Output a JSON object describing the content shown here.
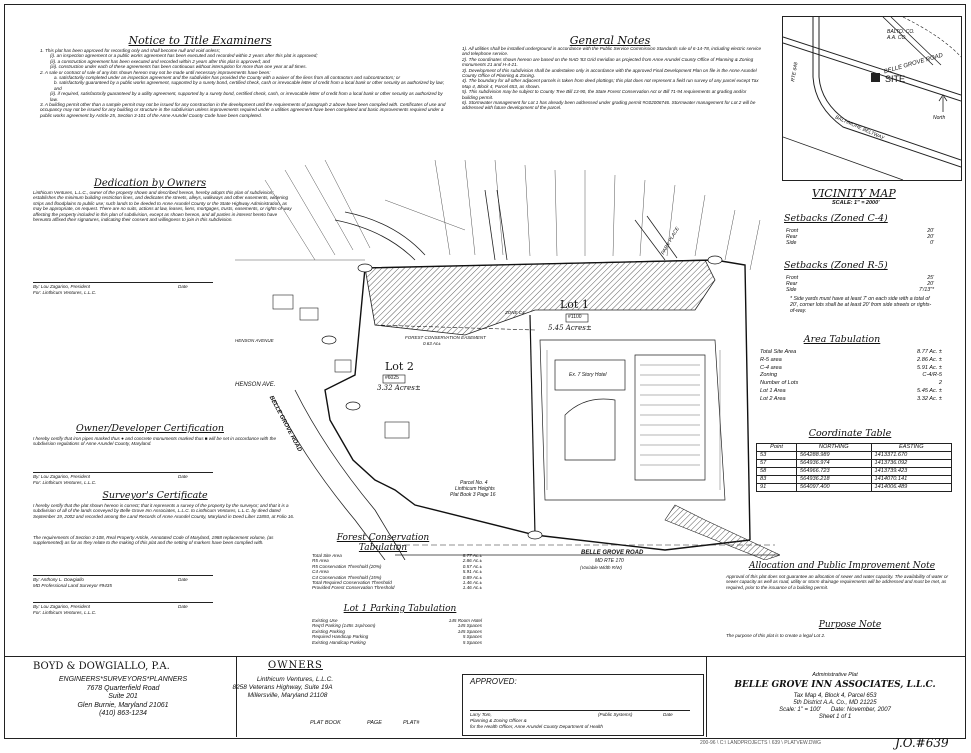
{
  "notice": {
    "title": "Notice to Title Examiners",
    "items": [
      "1. This plat has been approved for recording only and shall become null and void unless;",
      "(i). an inspection agreement or a public works agreement has been executed and recorded within 2 years after this plat is approved;",
      "(ii). a construction agreement has been executed and recorded within 2 years after this plat is approved; and",
      "(iii). construction under each of these agreements has been continuous without interruption for more than one year at all times.",
      "2. A sale or contract of sale of any lots shown hereon may not be made until necessary improvements have been:",
      "a. satisfactorily completed under an inspection agreement and the subdivider has provided the County with a waiver of the liens from all contractors and subcontractors; or",
      "b. satisfactorily guaranteed by a public works agreement, supported by a surety bond, certified check, cash or irrevocable letter of credit from a local bank or other security as authorized by law; and",
      "(ii). if required, satisfactorily guaranteed by a utility agreement, supported by a surety bond, certified check, cash, or irrevocable letter of credit from a local bank or other security as authorized by law.",
      "3. A building permit other than a sample permit may not be issued for any construction in the development until the requirements of paragraph 2 above have been complied with. Certificates of use and occupancy may not be issued for any building or structure in the subdivision unless improvements required under a utilities agreement have been completed and basic improvements required under a public works agreement by Article 25, Section 3-101 of the Anne Arundel County Code have been completed."
    ]
  },
  "general_notes": {
    "title": "General Notes",
    "items": [
      "1). All utilities shall be installed underground in accordance with the Public Service Commission Standards rule of 6-14-78, including electric service and telephone service.",
      "2). The coordinates shown hereon are based on the NAD '83 Grid meridian as projected from Anne Arundel County Office of Planning & Zoning monuments 21 and H-4-21.",
      "3). Development of this subdivision shall be undertaken only in accordance with the approved Final Development Plan on file in the Anne Arundel County Office of Planning & Zoning.",
      "4). The boundary for all other adjacent parcels is taken from deed plottings; this plat does not represent a field run survey of any parcel except Tax Map 4, Block 4, Parcel 653, as shown.",
      "5). This subdivision may be subject to County Tree Bill 13-90, the State Forest Conservation Act or Bill 71-94 requirements at grading and/or building permit.",
      "6). Stormwater management for Lot 1 has already been addressed under grading permit #G02006746. Stormwater management for Lot 2 will be addressed with future development of the parcel."
    ]
  },
  "dedication": {
    "title": "Dedication by Owners",
    "text": "Linthicum Ventures, L.L.C., owner of the property shown and described hereon, hereby adopts this plan of subdivision; establishes the minimum building restriction lines, and dedicates the streets, alleys, walkways and other easements, widening strips and floodplains to public use; such lands to be deeded to Anne Arundel County or the State Highway Administration, as may be appropriate, on request. There are no suits, actions at law, leases, liens, mortgages, trusts, easements, or rights-of-way affecting the property included in this plan of subdivision, except as shown hereon, and all parties in interest hereto have hereunto affixed their signatures, indicating their consent and willingness to join in this subdivision.",
    "sig_name": "By: Lou Zagarino, President",
    "sig_company": "For: Linthicum Ventures, L.L.C.",
    "date_label": "Date"
  },
  "owner_cert": {
    "title": "Owner/Developer Certification",
    "text": "I hereby certify that iron pipes marked thus ● and concrete monuments marked thus ■ will be set in accordance with the subdivision regulations of Anne Arundel County, Maryland.",
    "sig_name": "By: Lou Zagarino, President",
    "sig_company": "For: Linthicum Ventures, L.L.C.",
    "date_label": "Date"
  },
  "surveyor_cert": {
    "title": "Surveyor's Certificate",
    "text": "I hereby certify that the plat shown hereon is correct; that it represents a survey of the property by the surveyor; and that it is a subdivision of all of the lands conveyed by Belle Grove Inn Associates, L.L.C. to Linthicum Ventures, L.L.C. by deed dated September 19, 2002 and recorded among the Land Records of Anne Arundel County, Maryland in Deed Liber 11893, at Folio 16.",
    "text2": "The requirements of Section 3-108, Real Property Article, Annotated Code of Maryland, 1988 replacement volume, (as supplemented) as far as they relate to the making of this plat and the setting of markers have been complied with.",
    "sig1_name": "By: Anthony L. Dowgiallo",
    "sig1_title": "MD Professional Land Surveyor #9435",
    "sig2_name": "By: Lou Zagarino, President",
    "sig2_company": "For: Linthicum Ventures, L.L.C.",
    "date_label": "Date"
  },
  "vicinity": {
    "title": "VICINITY MAP",
    "scale": "SCALE: 1\" = 2000'",
    "labels": [
      "BALTO. CO.",
      "A.A. CO.",
      "BELLE GROVE ROAD",
      "RTE 648",
      "SITE",
      "BALTIMORE BELTWAY",
      "North"
    ]
  },
  "setbacks_c4": {
    "title": "Setbacks (Zoned C-4)",
    "rows": [
      {
        "label": "Front",
        "value": "20'"
      },
      {
        "label": "Rear",
        "value": "20'"
      },
      {
        "label": "Side",
        "value": "0'"
      }
    ]
  },
  "setbacks_r5": {
    "title": "Setbacks (Zoned R-5)",
    "rows": [
      {
        "label": "Front",
        "value": "25'"
      },
      {
        "label": "Rear",
        "value": "20'"
      },
      {
        "label": "Side",
        "value": "7'/13\"*"
      }
    ],
    "note": "* Side yards must have at least 7' on each side with a total of 20', corner lots shall be at least 20' from side streets or rights-of-way."
  },
  "area_tab": {
    "title": "Area Tabulation",
    "rows": [
      {
        "label": "Total Site Area",
        "value": "8.77 Ac. ±"
      },
      {
        "label": "R-5 area",
        "value": "2.86 Ac. ±"
      },
      {
        "label": "C-4 area",
        "value": "5.91 Ac. ±"
      },
      {
        "label": "Zoning",
        "value": "C-4/R-5"
      },
      {
        "label": "Number of Lots",
        "value": "2"
      },
      {
        "label": "Lot 1 Area",
        "value": "5.45 Ac. ±"
      },
      {
        "label": "Lot 2 Area",
        "value": "3.32 Ac. ±"
      }
    ]
  },
  "coord_table": {
    "title": "Coordinate Table",
    "headers": [
      "Point",
      "NORTHING",
      "EASTING"
    ],
    "rows": [
      [
        "53",
        "564288.989",
        "1413371.670"
      ],
      [
        "57",
        "564936.974",
        "1413736.092"
      ],
      [
        "58",
        "564966.723",
        "1413739.423"
      ],
      [
        "83",
        "564936.218",
        "1414070.141"
      ],
      [
        "91",
        "564097.400",
        "1414006.489"
      ]
    ]
  },
  "allocation": {
    "title": "Allocation and Public Improvement Note",
    "text": "Approval of this plat does not guarantee an allocation of sewer and water capacity. The availability of water or sewer capacity as well as road, utility or storm drainage requirements will be addressed and must be met, as required, prior to the issuance of a building permit."
  },
  "purpose": {
    "title": "Purpose Note",
    "text": "The purpose of this plat is to create a legal Lot 2."
  },
  "forest": {
    "title": "Forest Conservation Tabulation",
    "rows": [
      {
        "label": "Total Site Area",
        "value": "8.77 Ac.±"
      },
      {
        "label": "R5 Area",
        "value": "2.86 Ac.±"
      },
      {
        "label": "R5 Conservation Threshold (20%)",
        "value": "0.57 Ac.±"
      },
      {
        "label": "C4 Area",
        "value": "5.91 Ac.±"
      },
      {
        "label": "C4 Conservation Threshold (15%)",
        "value": "0.89 Ac.±"
      },
      {
        "label": "Total Required Conservation Threshold",
        "value": "1.46 Ac.±"
      },
      {
        "label": "Provided Forest Conservation Threshold",
        "value": "1.46 Ac.±"
      }
    ]
  },
  "parking": {
    "title": "Lot 1 Parking Tabulation",
    "rows": [
      {
        "label": "Existing Use",
        "value": "145 Room Hotel"
      },
      {
        "label": "Req'd Parking (145s 1sp/room)",
        "value": "145 Spaces"
      },
      {
        "label": "Existing Parking",
        "value": "145 Spaces"
      },
      {
        "label": "Required Handicap Parking",
        "value": "5 Spaces"
      },
      {
        "label": "Existing Handicap Parking",
        "value": "5 Spaces"
      }
    ]
  },
  "firm": {
    "name": "BOYD & DOWGIALLO, P.A.",
    "sub": "ENGINEERS*SURVEYORS*PLANNERS",
    "addr1": "7678 Quarterfield Road",
    "addr2": "Suite 201",
    "addr3": "Glen Burnie, Maryland 21061",
    "phone": "(410) 863-1234"
  },
  "owners": {
    "title": "OWNERS",
    "name": "Linthicum Ventures, L.L.C.",
    "addr1": "8258 Veterans Highway, Suite 19A",
    "addr2": "Millersville, Maryland 21108"
  },
  "plat_refs": {
    "book": "PLAT BOOK",
    "page": "PAGE",
    "plat": "PLAT#"
  },
  "approved": {
    "title": "APPROVED:",
    "sig1": "Larry Tom,",
    "sig1_role": "Planning & Zoning Officer &",
    "sig1_role2": "for the Health Officer, Anne Arundel County Department of Health",
    "public_systems": "(Public Systems)",
    "date_label": "Date"
  },
  "title_block": {
    "kind": "Administrative Plat",
    "name": "BELLE GROVE INN ASSOCIATES, L.L.C.",
    "line1": "Tax Map 4, Block 4, Parcel 653",
    "line2": "5th District A.A. Co., MD 21225",
    "scale": "Scale: 1\" = 100'",
    "date": "Date: November, 2007",
    "sheet": "Sheet 1 of 1"
  },
  "footer": {
    "file": "200-96 \\ C:\\ LANDPROJECTS \\ 639 \\ PLATVEW.DWG",
    "job": "J.O.#639"
  },
  "plan": {
    "lot1": "Lot 1",
    "lot1_area": "5.45 Acres±",
    "lot1_addr": "#1100",
    "lot2": "Lot 2",
    "lot2_addr": "#6025",
    "lot2_area": "3.32 Acres±",
    "hotel": "Ex. 7 Story Hotel",
    "road": "BELLE GROVE ROAD",
    "road_sub": "MD RTE 170",
    "road_width": "(Variable Width R/W)",
    "side_road": "BELLE GROVE ROAD",
    "henson": "HENSON AVE.",
    "henson2": "HENSON AVENUE",
    "park": "PARK PLACE",
    "parcel4": "Parcel No. 4",
    "parcel4b": "Linthicum Heights",
    "parcel4c": "Plat Book 3 Page 16",
    "forest_ease": "FOREST CONSERVATION EASEMENT",
    "forest_ease2": "0.63 Ac±",
    "zone": "ZONE C4"
  }
}
